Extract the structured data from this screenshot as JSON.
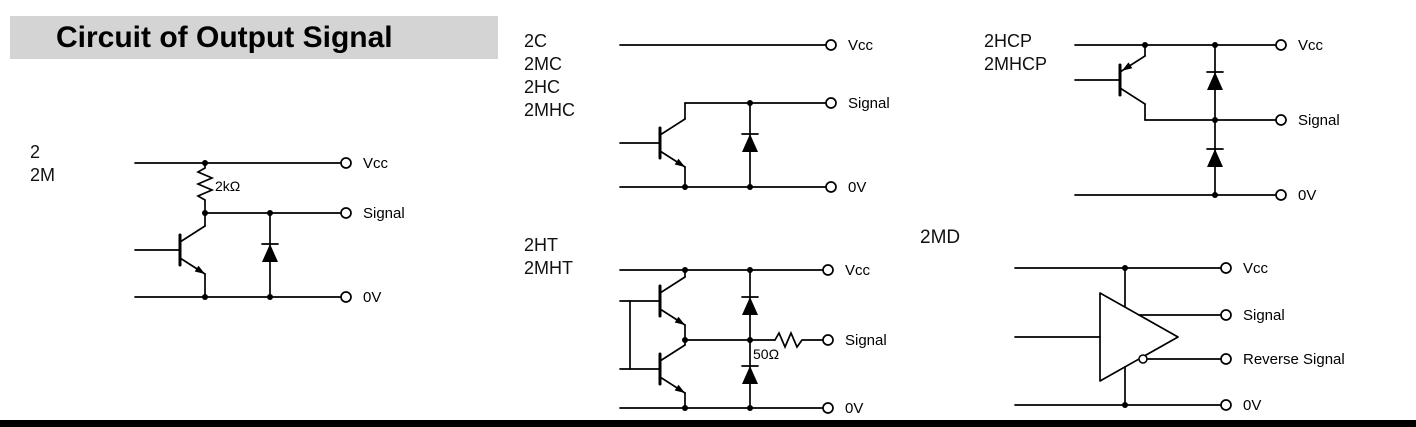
{
  "header": {
    "title": "Circuit of Output Signal",
    "bg_color": "#d4d4d4"
  },
  "labels": {
    "vcc": "Vcc",
    "signal": "Signal",
    "zero_volt": "0V",
    "reverse_signal": "Reverse Signal"
  },
  "components": {
    "pullup_resistor": "2kΩ",
    "series_resistor": "50Ω"
  },
  "circuits": [
    {
      "models": [
        "2",
        "2M"
      ]
    },
    {
      "models": [
        "2C",
        "2MC",
        "2HC",
        "2MHC"
      ]
    },
    {
      "models": [
        "2HCP",
        "2MHCP"
      ]
    },
    {
      "models": [
        "2HT",
        "2MHT"
      ]
    },
    {
      "models": [
        "2MD"
      ]
    }
  ],
  "colors": {
    "line": "#000000",
    "header_bg": "#d4d4d4",
    "bottom_bar": "#000000"
  }
}
